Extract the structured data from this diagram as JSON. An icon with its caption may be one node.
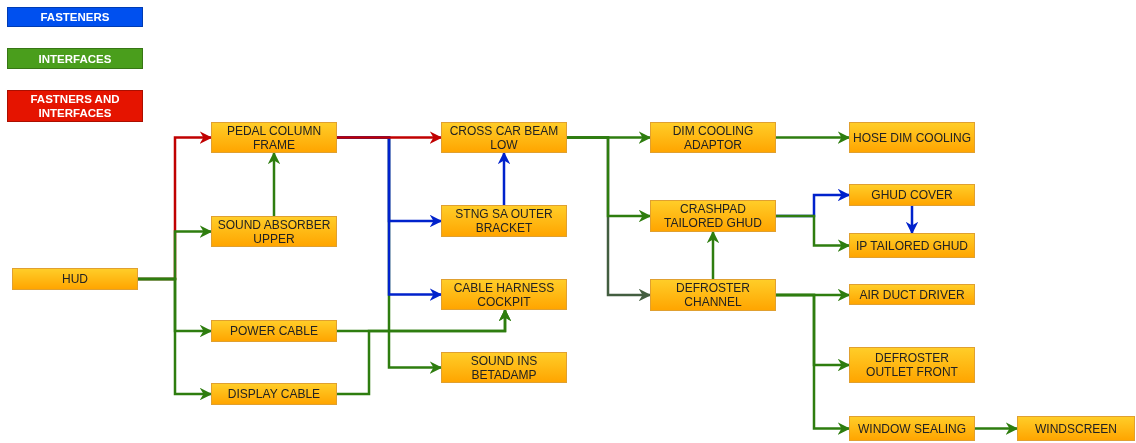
{
  "diagram": {
    "nodes": [
      {
        "text": [
          "HUD"
        ]
      },
      {
        "text": [
          "PEDAL COLUMN FRAME"
        ]
      },
      {
        "text": [
          "SOUND ABSORBER UPPER"
        ]
      },
      {
        "text": [
          "POWER CABLE"
        ]
      },
      {
        "text": [
          "DISPLAY CABLE"
        ]
      },
      {
        "text": [
          "CROSS CAR BEAM LOW"
        ]
      },
      {
        "text": [
          "STNG SA OUTER BRACKET"
        ]
      },
      {
        "text": [
          "CABLE HARNESS COCKPIT"
        ]
      },
      {
        "text": [
          "SOUND INS BETADAMP"
        ]
      },
      {
        "text": [
          "DIM COOLING ADAPTOR"
        ]
      },
      {
        "text": [
          "CRASHPAD TAILORED GHUD"
        ]
      },
      {
        "text": [
          "DEFROSTER CHANNEL"
        ]
      },
      {
        "text": [
          "HOSE DIM COOLING"
        ]
      },
      {
        "text": [
          "GHUD COVER"
        ]
      },
      {
        "text": [
          "IP TAILORED GHUD"
        ]
      },
      {
        "text": [
          "AIR DUCT DRIVER"
        ]
      },
      {
        "text": [
          "DEFROSTER OUTLET FRONT"
        ]
      },
      {
        "text": [
          "WINDOW SEALING"
        ]
      },
      {
        "text": [
          "WINDSCREEN"
        ]
      }
    ],
    "edges": [
      {
        "from": 0,
        "to": 1,
        "arrow": "to",
        "color": "#c00000"
      },
      {
        "from": 0,
        "to": 2,
        "arrow": "to"
      },
      {
        "from": 0,
        "to": 3,
        "arrow": "to"
      },
      {
        "from": 0,
        "to": 4,
        "arrow": "to"
      },
      {
        "from": 2,
        "to": 1,
        "arrow": "to"
      },
      {
        "from": 1,
        "to": 5,
        "arrow": "to",
        "color": "#c00000"
      },
      {
        "from": 1,
        "to": 6,
        "arrow": "to",
        "color": "#0022cc"
      },
      {
        "from": 1,
        "to": 7,
        "arrow": "to",
        "color": "#0022cc"
      },
      {
        "from": 1,
        "to": 8,
        "arrow": "to"
      },
      {
        "from": 6,
        "to": 5,
        "arrow": "to",
        "color": "#0022cc"
      },
      {
        "from": 3,
        "to": 7,
        "arrow": "to"
      },
      {
        "from": 4,
        "to": 7,
        "arrow": "to"
      },
      {
        "from": 5,
        "to": 9,
        "arrow": "to"
      },
      {
        "from": 5,
        "to": 10,
        "arrow": "to"
      },
      {
        "from": 5,
        "to": 11,
        "arrow": "to",
        "color": "#435e40"
      },
      {
        "from": 9,
        "to": 12,
        "arrow": "to"
      },
      {
        "from": 11,
        "to": 10,
        "arrow": "to"
      },
      {
        "from": 10,
        "to": 13,
        "arrow": "to",
        "color": "#0022cc"
      },
      {
        "from": 10,
        "to": 14,
        "arrow": "to"
      },
      {
        "from": 13,
        "to": 14,
        "arrow": "to",
        "color": "#0022cc"
      },
      {
        "from": 11,
        "to": 15,
        "arrow": "to"
      },
      {
        "from": 11,
        "to": 16,
        "arrow": "to"
      },
      {
        "from": 11,
        "to": 17,
        "arrow": "to"
      },
      {
        "from": 17,
        "to": 18,
        "arrow": "to"
      }
    ],
    "legend": [
      {
        "text": "FASTENERS",
        "color": "#0050ef"
      },
      {
        "text": "INTERFACES",
        "color": "#4a9e1c"
      },
      {
        "text": "FASTNERS AND INTERFACES",
        "color": "#e51400"
      }
    ]
  }
}
